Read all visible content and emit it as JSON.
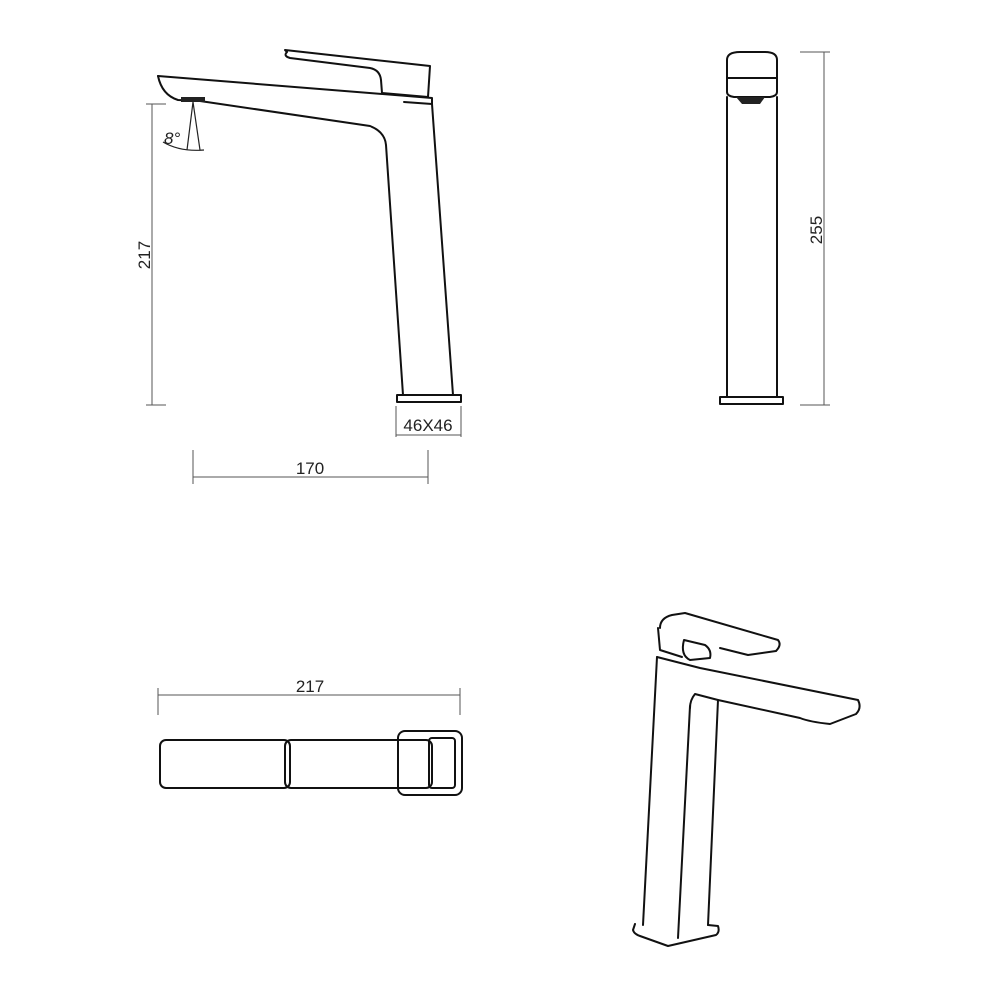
{
  "drawing": {
    "side_view": {
      "height_label": "217",
      "base_label": "46X46",
      "reach_label": "170",
      "angle_label": "8°"
    },
    "front_view": {
      "height_label": "255"
    },
    "top_view": {
      "length_label": "217"
    },
    "colors": {
      "line": "#111111",
      "dimension": "#555555",
      "background": "#ffffff"
    }
  }
}
